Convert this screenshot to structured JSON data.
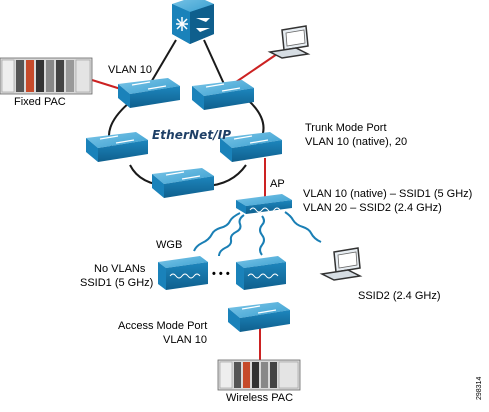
{
  "labels": {
    "vlan10_top": "VLAN 10",
    "fixed_pac": "Fixed PAC",
    "ethernet_ip": "EtherNet/IP",
    "trunk_line1": "Trunk Mode Port",
    "trunk_line2": "VLAN 10 (native), 20",
    "ap": "AP",
    "ap_line1": "VLAN 10 (native) – SSID1 (5 GHz)",
    "ap_line2": "VLAN 20 – SSID2 (2.4 GHz)",
    "wgb": "WGB",
    "no_vlans": "No VLANs",
    "ssid1": "SSID1 (5 GHz)",
    "ellipsis": "• • •",
    "ssid2": "SSID2 (2.4 GHz)",
    "access_line1": "Access Mode Port",
    "access_line2": "VLAN 10",
    "wireless_pac": "Wireless PAC",
    "figure_id": "298314"
  },
  "colors": {
    "device_fill": "#1a7fb5",
    "device_top": "#63b8e0",
    "device_dark": "#0e5a85",
    "link_black": "#1a1a1a",
    "link_red": "#cc2222",
    "brand_blue": "#1e3f66"
  },
  "icons": [
    "layer3-switch-icon",
    "switch-icon",
    "laptop-icon",
    "access-point-icon",
    "workgroup-bridge-icon",
    "pac-controller-icon"
  ]
}
